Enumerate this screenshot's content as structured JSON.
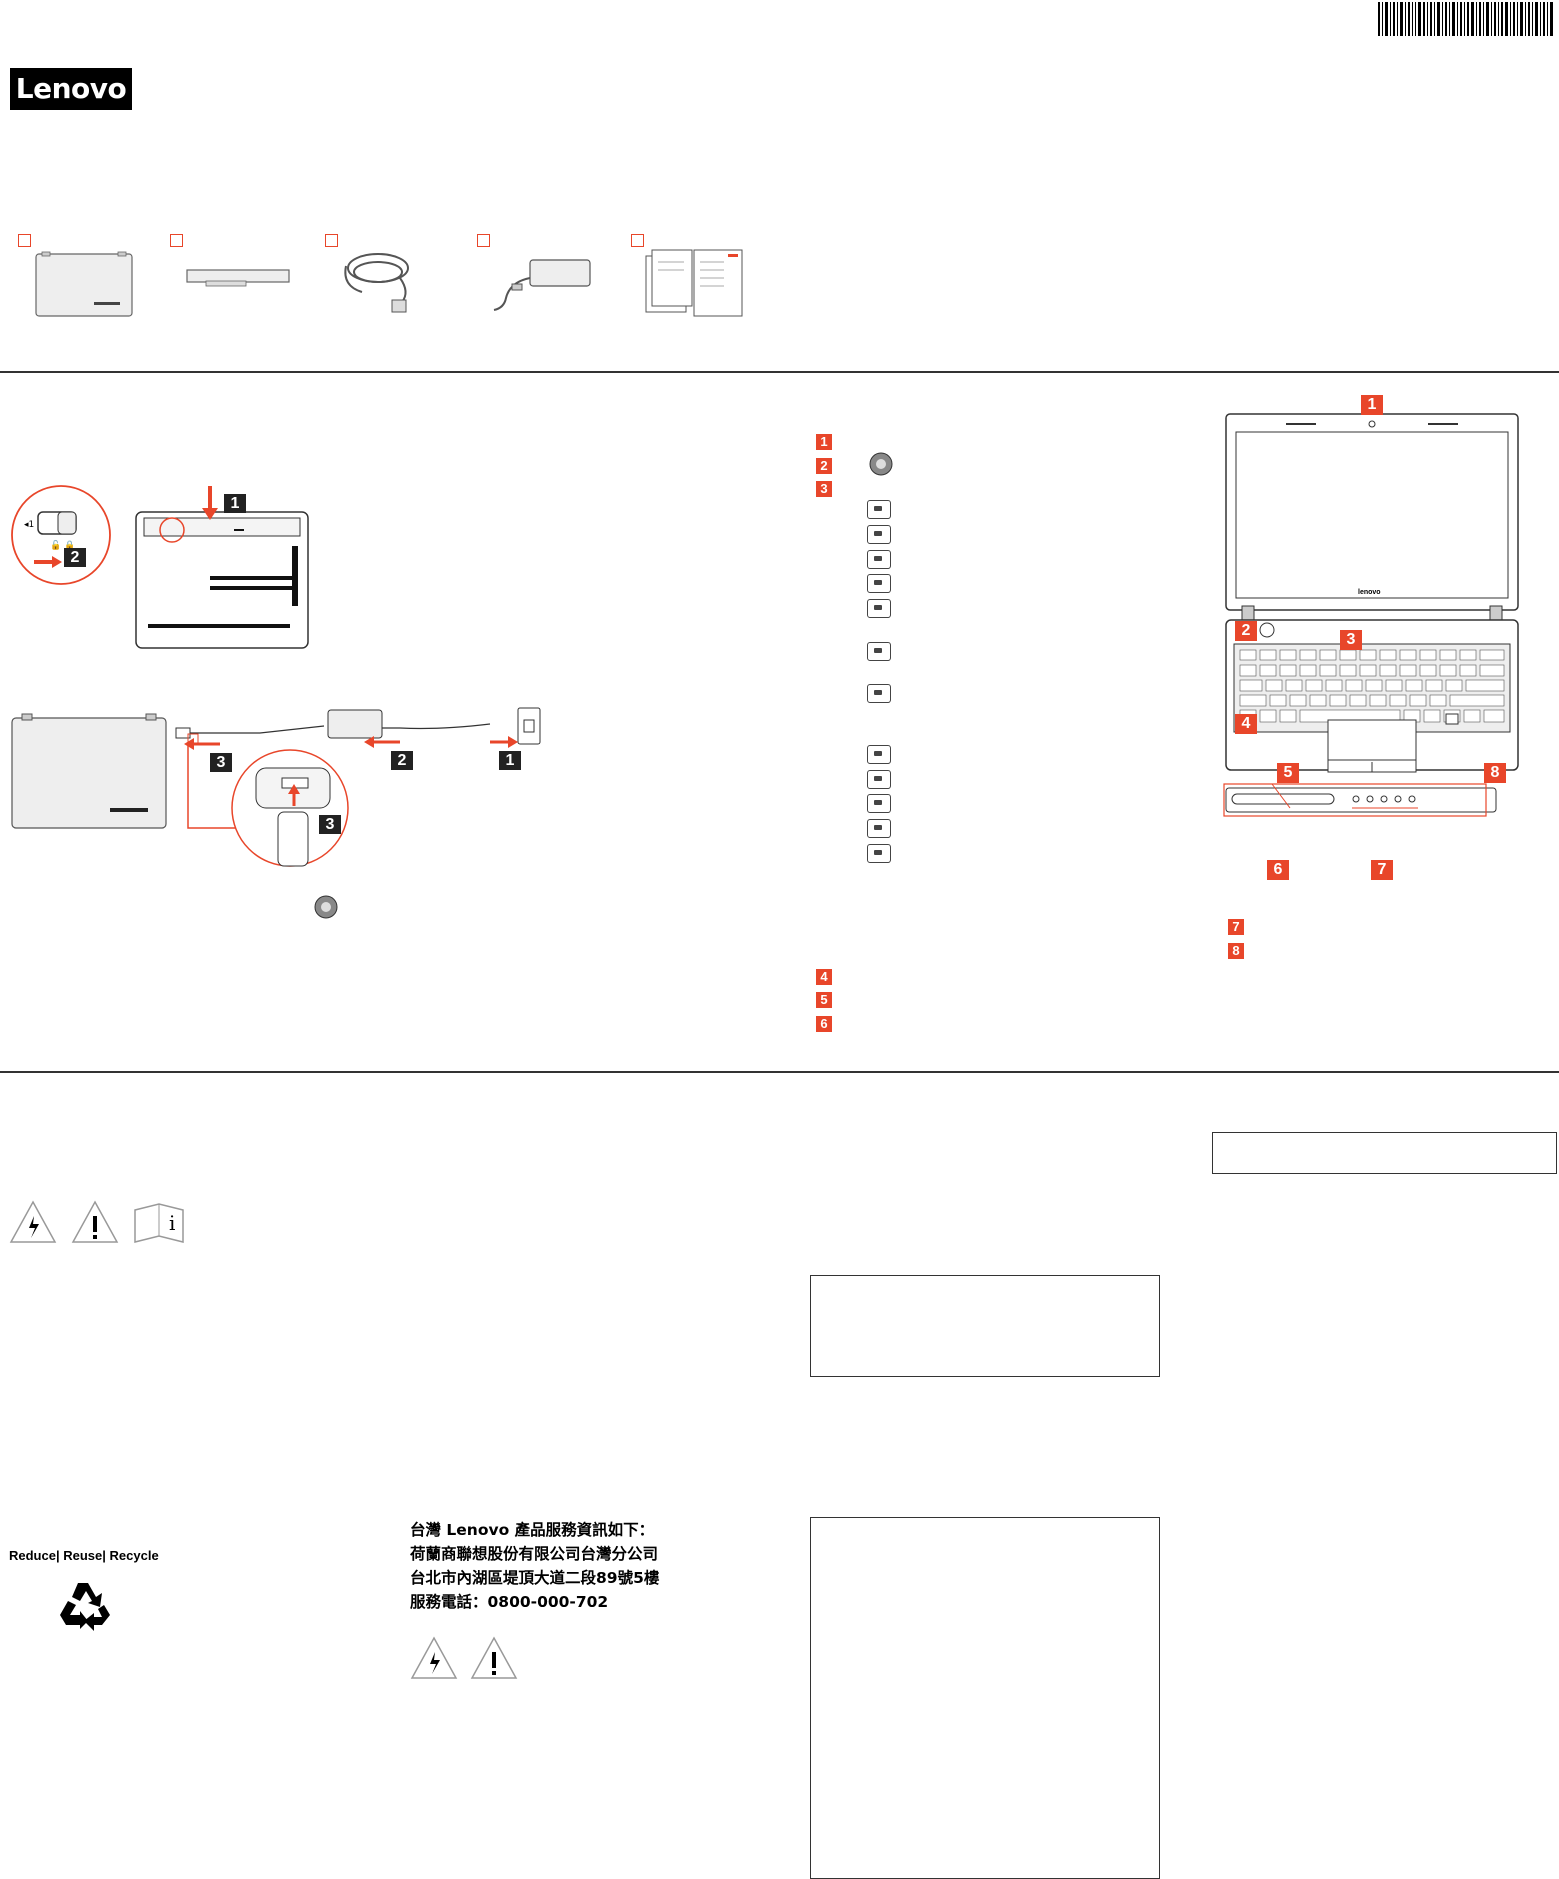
{
  "brand": {
    "logo_text": "Lenovo"
  },
  "colors": {
    "accent": "#e8462a",
    "rule": "#333333"
  },
  "icons": [
    "checkbox-icon",
    "warning-electric-icon",
    "warning-exclamation-icon",
    "info-book-icon",
    "recycle-icon",
    "power-button-icon",
    "barcode-icon"
  ],
  "callouts": {
    "battery_steps": [
      "1",
      "2"
    ],
    "power_steps": [
      "1",
      "2",
      "3",
      "3"
    ],
    "laptop_parts": [
      "1",
      "2",
      "3",
      "4",
      "5",
      "6",
      "7",
      "8"
    ],
    "legend_top": [
      "1",
      "2",
      "3"
    ],
    "legend_bottom": [
      "4",
      "5",
      "6"
    ],
    "legend_right": [
      "7",
      "8"
    ]
  },
  "taiwan_service": {
    "line1": "台灣 Lenovo 產品服務資訊如下：",
    "line2": "荷蘭商聯想股份有限公司台灣分公司",
    "line3": "台北市內湖區堤頂大道二段89號5樓",
    "line4": "服務電話：0800-000-702"
  },
  "recycle": {
    "reduce": "Reduce",
    "reuse": "Reuse",
    "recycle": "Recycle",
    "separator": "|"
  }
}
